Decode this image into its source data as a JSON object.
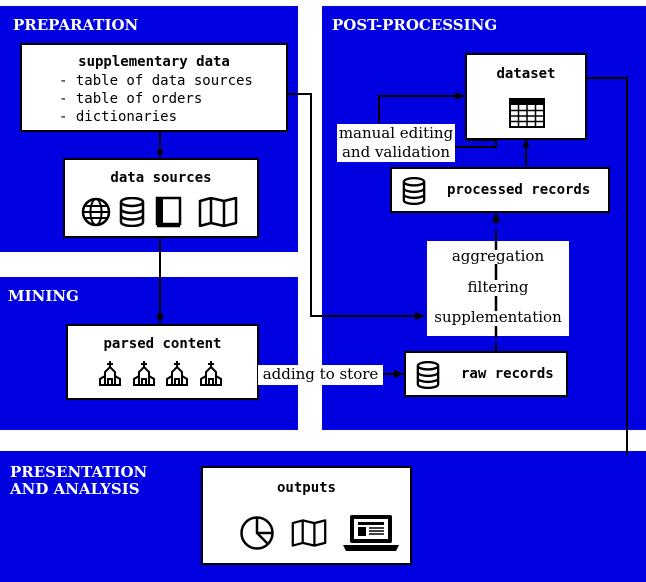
{
  "panels": {
    "preparation": "PREPARATION",
    "post_processing": "POST-PROCESSING",
    "mining": "MINING",
    "presentation": "PRESENTATION\nAND ANALYSIS"
  },
  "boxes": {
    "supplementary": {
      "title": "supplementary data",
      "items": [
        "- table of data sources",
        "- table of orders",
        "- dictionaries"
      ]
    },
    "data_sources": {
      "title": "data sources",
      "icons": [
        "globe-icon",
        "database-icon",
        "book-icon",
        "map-icon"
      ]
    },
    "parsed_content": {
      "title": "parsed content",
      "icons": [
        "church-icon",
        "church-icon",
        "church-icon",
        "church-icon"
      ]
    },
    "raw_records": {
      "title": "raw records",
      "icons": [
        "database-icon"
      ]
    },
    "processed_records": {
      "title": "processed records",
      "icons": [
        "database-icon"
      ]
    },
    "dataset": {
      "title": "dataset",
      "icons": [
        "table-icon"
      ]
    },
    "outputs": {
      "title": "outputs",
      "icons": [
        "pie-chart-icon",
        "map-icon",
        "laptop-icon"
      ]
    }
  },
  "labels": {
    "manual_editing": "manual editing\nand validation",
    "aggregation": "aggregation",
    "filtering": "filtering",
    "supplementation": "supplementation",
    "adding_to_store": "adding to store"
  },
  "colors": {
    "panel": "#0000e0",
    "box_border": "#000000",
    "box_fill": "#ffffff"
  }
}
